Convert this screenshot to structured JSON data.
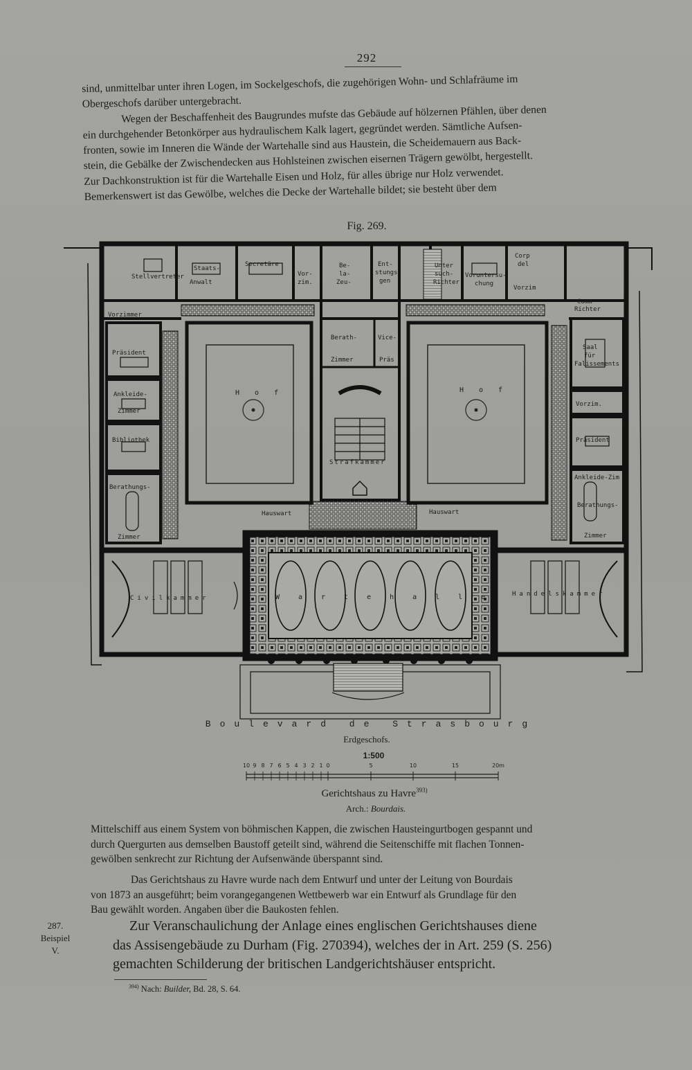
{
  "page_number": "292",
  "paragraph_1": [
    "sind, unmittelbar unter ihren Logen, im Sockelgeschofs, die zugehörigen Wohn- und Schlafräume im",
    "Obergeschofs darüber untergebracht.",
    "Wegen der Beschaffenheit des Baugrundes mufste das Gebäude auf hölzernen Pfählen, über denen",
    "ein durchgehender Betonkörper aus hydraulischem Kalk lagert, gegründet werden. Sämtliche Aufsen-",
    "fronten, sowie im Inneren die Wände der Wartehalle sind aus Haustein, die Scheidemauern aus Back-",
    "stein, die Gebälke der Zwischendecken aus Hohlsteinen zwischen eisernen Trägern gewölbt, hergestellt.",
    "Zur Dachkonstruktion ist für die Wartehalle Eisen und Holz, für alles übrige nur Holz verwendet.",
    "Bemerkenswert ist das Gewölbe, welches die Decke der Wartehalle bildet; sie besteht über dem"
  ],
  "figure": {
    "caption": "Fig. 269.",
    "rooms": {
      "stellvertreter": "Stellvertreter",
      "staats": "Staats-",
      "anwalt": "Anwalt",
      "secretaere": "Secretäre",
      "vor": "Vor-",
      "zim": "zim.",
      "be": "Be-",
      "la": "la-",
      "zeu": "Zeu-",
      "ent": "Ent-",
      "stungs": "stungs-",
      "gen": "gen",
      "unter": "Unter",
      "such": "such-",
      "richter": "Richter",
      "voruntersu": "Voruntersu-",
      "chung": "chung",
      "corp": "Corp",
      "del": "del",
      "vorzim": "Vorzim",
      "comm": "Comm",
      "richter2": "Richter",
      "vorzimmer": "Vorzimmer",
      "praesident": "Präsident",
      "ankleide": "Ankleide-",
      "zimmer": "Zimmer",
      "bibliothek": "Bibliothek",
      "berathungs": "Berathungs-",
      "zimmer2": "Zimmer",
      "berath": "Berath-",
      "zimmer3": "Zimmer",
      "vice": "Vice-",
      "praes": "Präs",
      "hof": "Hof",
      "strafkammer": "Strafkammer",
      "hauswart": "Hauswart",
      "saal": "Saal",
      "fuer": "für",
      "falissements": "Falissements",
      "vorzim2": "Vorzim.",
      "praesident2": "Präsident",
      "ankleide_zim": "Ankleide-Zim",
      "berathungs2": "Berathungs-",
      "zimmer4": "Zimmer",
      "civilkammer": "Civilkammer",
      "wartehalle": "Wartehalle",
      "handelskammer": "Handelskammer"
    },
    "street": "Boulevard de Strasbourg",
    "floor": "Erdgeschofs.",
    "scale": "1:500",
    "scale_ticks": [
      "10",
      "9",
      "8",
      "7",
      "6",
      "5",
      "4",
      "3",
      "2",
      "1",
      "0",
      "5",
      "10",
      "15",
      "20m"
    ],
    "title": "Gerichtshaus zu Havre",
    "title_note": "393)",
    "arch_prefix": "Arch.:",
    "architect": "Bourdais."
  },
  "paragraph_2": [
    "Mittelschiff aus einem System von böhmischen Kappen, die zwischen Hausteingurtbogen gespannt und",
    "durch Quergurten aus demselben Baustoff geteilt sind, während die Seitenschiffe mit flachen Tonnen-",
    "gewölben senkrecht zur Richtung der Aufsenwände überspannt sind."
  ],
  "paragraph_3": [
    "Das Gerichtshaus zu Havre wurde nach dem Entwurf und unter der Leitung von Bourdais",
    "von 1873 an ausgeführt; beim vorangegangenen Wettbewerb war ein Entwurf als Grundlage für den",
    "Bau gewählt worden. Angaben über die Baukosten fehlen."
  ],
  "margin_note": [
    "287.",
    "Beispiel",
    "V."
  ],
  "paragraph_4": [
    "Zur Veranschaulichung der Anlage eines englischen Gerichtshauses diene",
    "das Assisengebäude zu Durham (Fig. 270394), welches der in Art. 259 (S. 256)",
    "gemachten Schilderung der britischen Landgerichtshäuser entspricht."
  ],
  "footnote": {
    "number": "394)",
    "prefix": "Nach:",
    "source": "Builder,",
    "rest": "Bd. 28, S. 64."
  }
}
